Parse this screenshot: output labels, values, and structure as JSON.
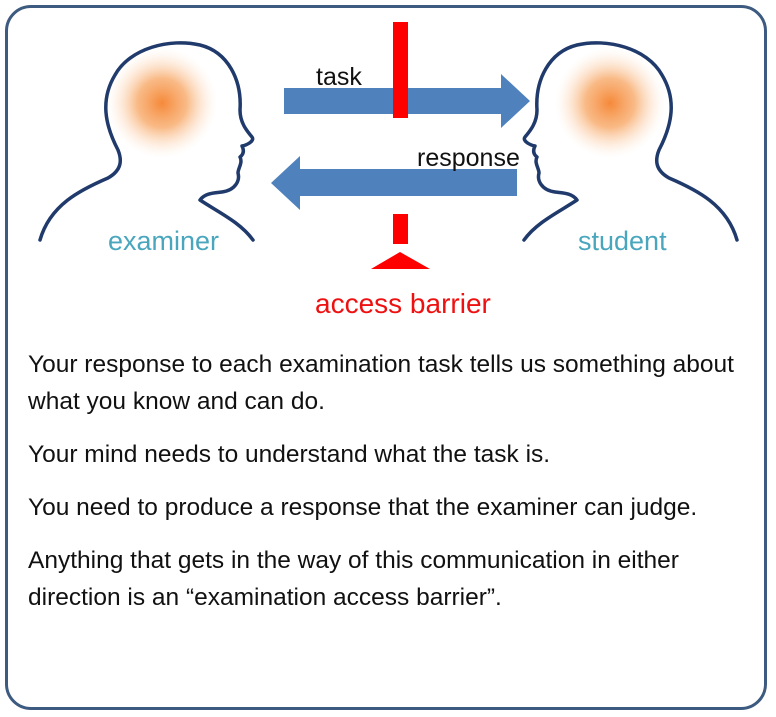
{
  "diagram": {
    "labels": {
      "examiner": "examiner",
      "student": "student",
      "task": "task",
      "response": "response",
      "barrier": "access barrier"
    },
    "colors": {
      "border": "#3d5a80",
      "head_outline": "#1f3a6b",
      "mind_glow": "#f5893a",
      "arrow": "#4f81bd",
      "barrier": "#ff0000",
      "person_label": "#4aa6bd",
      "barrier_label": "#ee1111"
    }
  },
  "paragraphs": [
    "Your response to each examination task tells us something about what you know and can do.",
    "Your mind needs to understand what the task is.",
    "You need to produce a response that the examiner can judge.",
    "Anything that gets in the way of this communication in either direction is an “examination access barrier”."
  ]
}
